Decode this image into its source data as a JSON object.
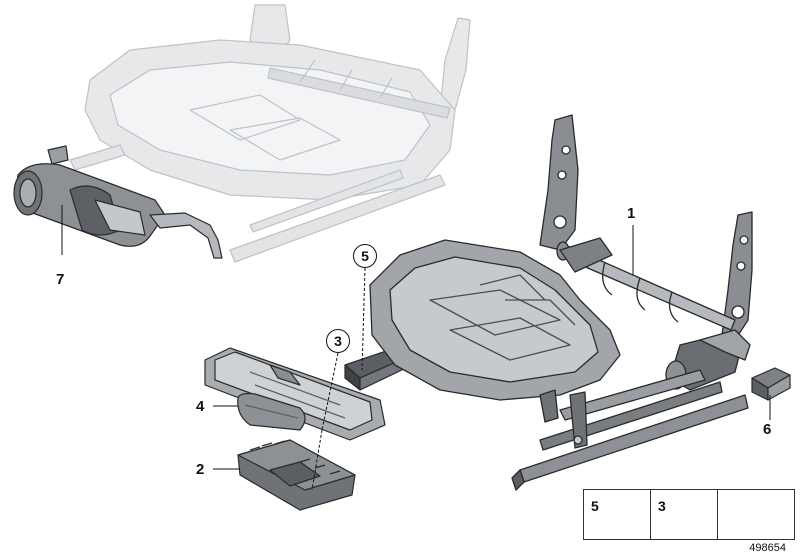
{
  "diagram": {
    "callouts": [
      {
        "id": "callout-1",
        "label": "1"
      },
      {
        "id": "callout-2",
        "label": "2"
      },
      {
        "id": "callout-3",
        "label": "3"
      },
      {
        "id": "callout-4",
        "label": "4"
      },
      {
        "id": "callout-5",
        "label": "5"
      },
      {
        "id": "callout-6",
        "label": "6"
      },
      {
        "id": "callout-7",
        "label": "7"
      }
    ],
    "legend": [
      {
        "label": "5",
        "icon": "screw-icon"
      },
      {
        "label": "3",
        "icon": "tapping-screw-icon"
      },
      {
        "label": "",
        "icon": "direction-arrow-icon"
      }
    ],
    "diagram_id": "498654",
    "colors": {
      "outline": "#2a2a2a",
      "metal": "#9a9ea3",
      "metal_dark": "#5b5f64",
      "ghost": "#cfd2d5",
      "ghost_stroke": "#b3b6ba"
    }
  }
}
